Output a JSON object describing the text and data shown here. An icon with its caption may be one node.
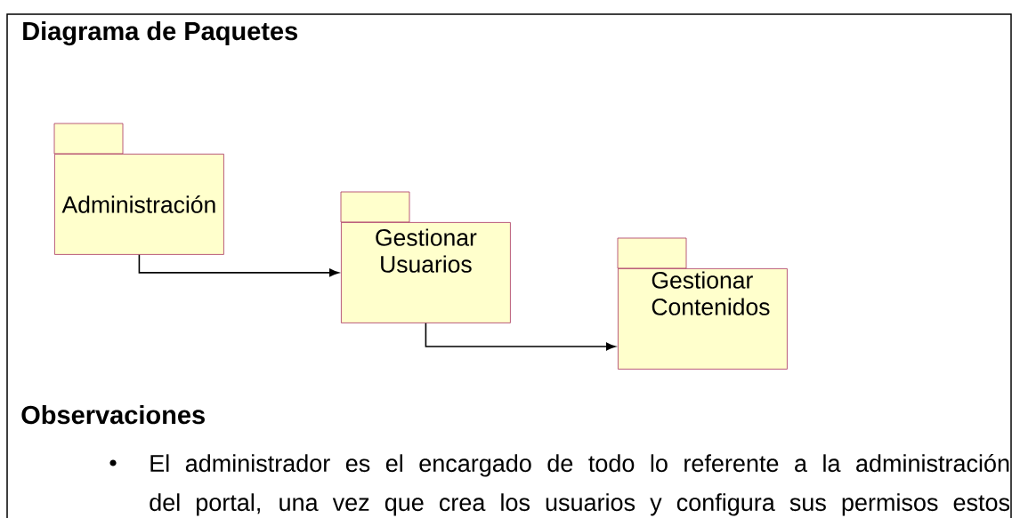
{
  "diagram": {
    "title": "Diagrama de Paquetes",
    "nodes": [
      {
        "text": [
          "Administración"
        ]
      },
      {
        "text": [
          "Gestionar Usuarios"
        ]
      },
      {
        "text": [
          "Gestionar Contenidos"
        ]
      }
    ],
    "edges": [
      {
        "from": 0,
        "to": 1,
        "arrow": "to"
      },
      {
        "from": 1,
        "to": 2,
        "arrow": "to"
      }
    ],
    "labels": [
      "Observaciones",
      "El administrador es el encargado de todo lo referente a la administración del portal, una vez que crea los usuarios y configura sus permisos estos"
    ]
  }
}
